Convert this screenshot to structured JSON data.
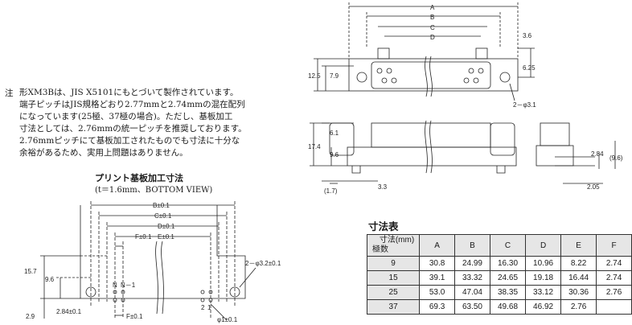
{
  "note": {
    "label": "注",
    "lines": [
      "形XM3Bは、JIS X5101にもとづいて製作されています。",
      "端子ピッチはJIS規格どおり2.77mmと2.74mmの混在配列",
      "になっています(25極、37極の場合)。ただし、基板加工",
      "寸法としては、2.76mmの統一ピッチを推奨しております。",
      "2.76mmピッチにて基板加工されたものでも寸法に十分な",
      "余裕があるため、実用上問題はありません。"
    ]
  },
  "pcb": {
    "title": "プリント基板加工寸法",
    "subtitle": "(t＝1.6mm、BOTTOM VIEW)",
    "labels": {
      "b": "B±0.1",
      "c": "C±0.1",
      "d": "D±0.1",
      "e": "E±0.1",
      "f_top": "F±0.1",
      "f_bottom": "F±0.1",
      "n": "N",
      "n1": "N－1",
      "one": "1",
      "two": "2",
      "h157": "15.7",
      "h96": "9.6",
      "h29": "2.9",
      "w284": "2.84±0.1",
      "hole32": "2－φ3.2±0.1",
      "hole1": "φ1±0.1"
    }
  },
  "drawing": {
    "labels": {
      "a": "A",
      "b": "B",
      "c": "C",
      "d": "D",
      "d36": "3.6",
      "d625": "6.25",
      "d125": "12.5",
      "d79": "7.9",
      "hole": "2－φ3.1",
      "d61": "6.1",
      "d174": "17.4",
      "d96": "9.6",
      "d17": "(1.7)",
      "d33": "3.3",
      "d284": "2.84",
      "d96p": "(9.6)",
      "d205": "2.05"
    }
  },
  "table": {
    "title": "寸法表",
    "header_top": "寸法(mm)",
    "header_bottom": "極数",
    "columns": [
      "A",
      "B",
      "C",
      "D",
      "E",
      "F"
    ],
    "rows": [
      [
        "9",
        "30.8",
        "24.99",
        "16.30",
        "10.96",
        "8.22",
        "2.74"
      ],
      [
        "15",
        "39.1",
        "33.32",
        "24.65",
        "19.18",
        "16.44",
        "2.74"
      ],
      [
        "25",
        "53.0",
        "47.04",
        "38.35",
        "33.12",
        "30.36",
        "2.76"
      ],
      [
        "37",
        "69.3",
        "63.50",
        "49.68",
        "46.92",
        "2.76"
      ]
    ]
  }
}
